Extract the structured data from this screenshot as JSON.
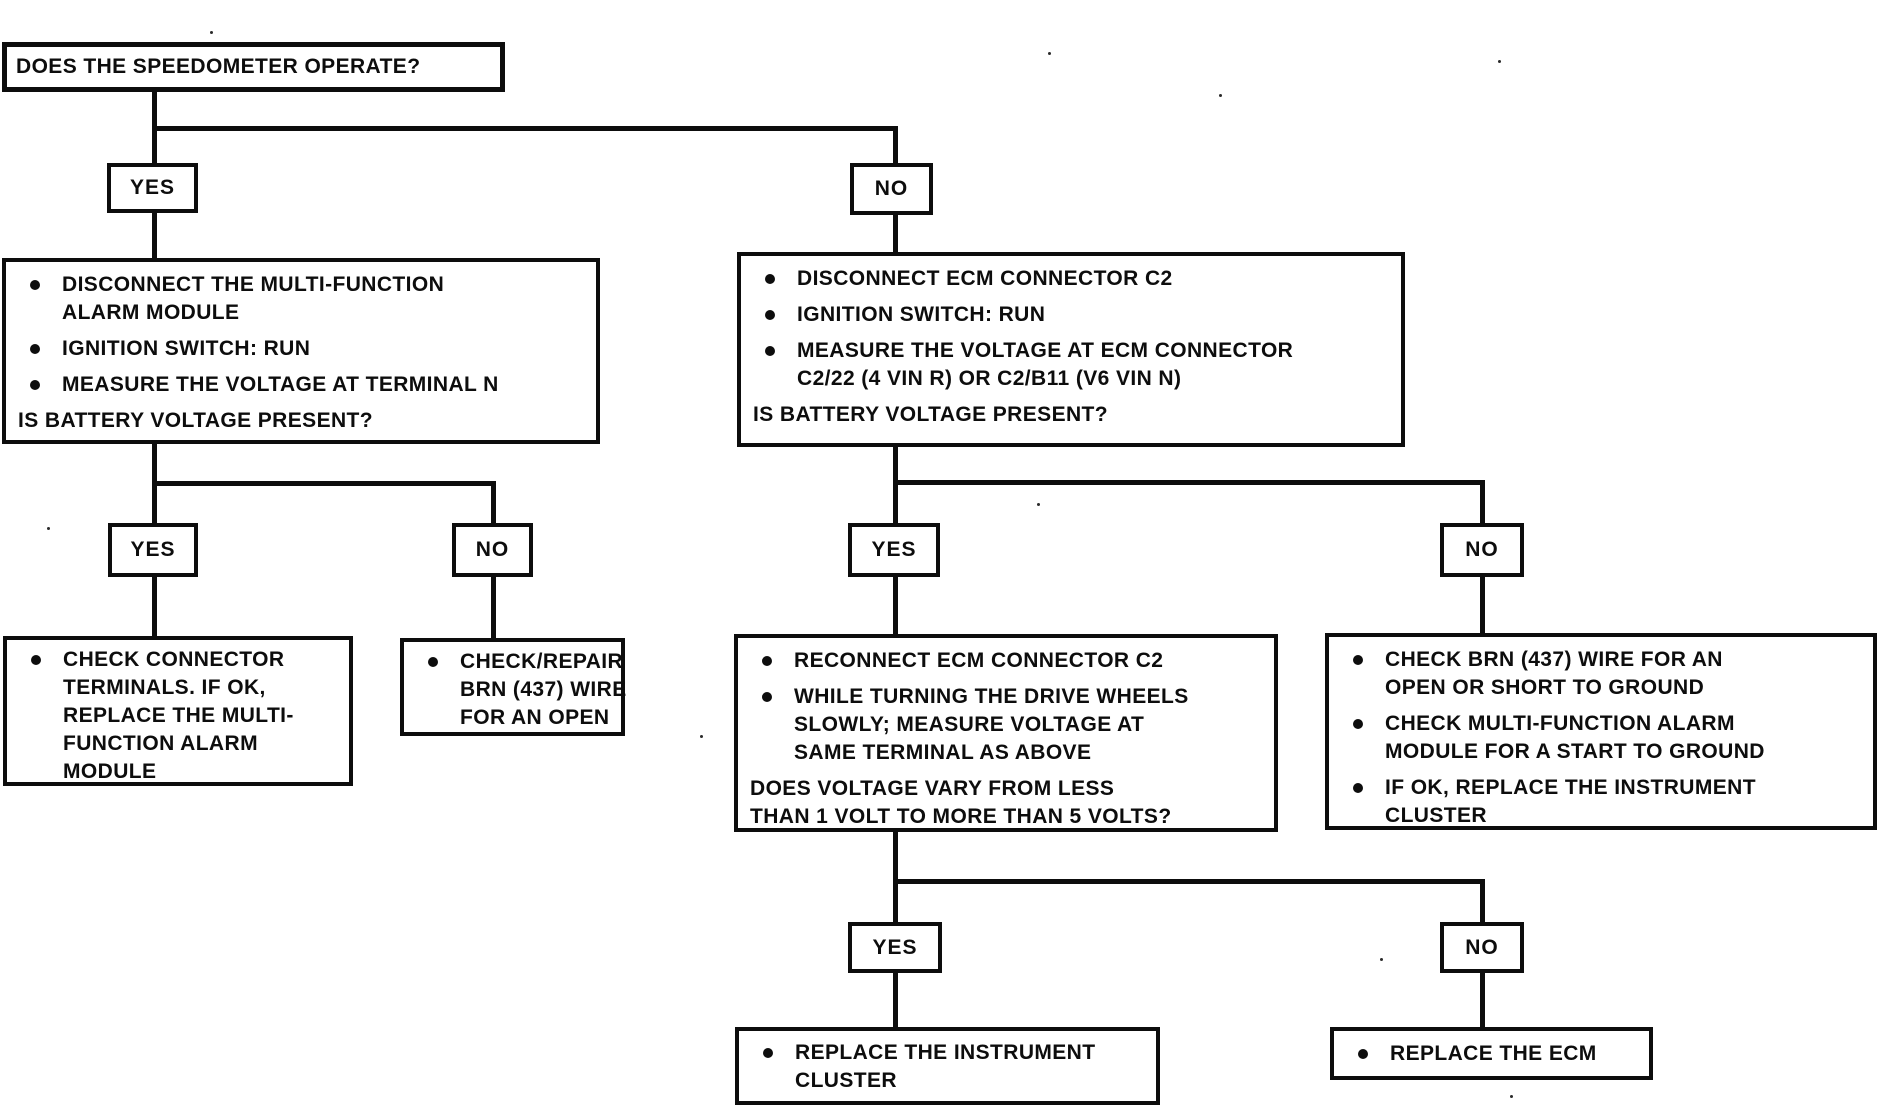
{
  "connector_labels": {
    "yes": "YES",
    "no": "NO"
  },
  "nodes": {
    "root": {
      "question": "DOES THE SPEEDOMETER OPERATE?"
    },
    "left_check": {
      "bullets": [
        "DISCONNECT THE MULTI-FUNCTION\nALARM MODULE",
        "IGNITION SWITCH: RUN",
        "MEASURE THE VOLTAGE AT TERMINAL N"
      ],
      "question": "IS BATTERY VOLTAGE PRESENT?"
    },
    "right_check": {
      "bullets": [
        "DISCONNECT ECM CONNECTOR C2",
        "IGNITION SWITCH: RUN",
        "MEASURE THE VOLTAGE AT ECM CONNECTOR\nC2/22 (4 VIN R) OR C2/B11 (V6 VIN N)"
      ],
      "question": "IS BATTERY VOLTAGE PRESENT?"
    },
    "left_yes_action": {
      "bullets": [
        "CHECK CONNECTOR\nTERMINALS. IF OK,\nREPLACE THE MULTI-\nFUNCTION ALARM\nMODULE"
      ]
    },
    "left_no_action": {
      "bullets": [
        "CHECK/REPAIR\nBRN (437) WIRE\nFOR AN OPEN"
      ]
    },
    "right_yes_action": {
      "bullets": [
        "RECONNECT ECM CONNECTOR C2",
        "WHILE TURNING THE DRIVE WHEELS\nSLOWLY; MEASURE VOLTAGE AT\nSAME TERMINAL AS ABOVE"
      ],
      "question": "DOES VOLTAGE VARY FROM LESS\nTHAN 1 VOLT TO MORE THAN 5 VOLTS?"
    },
    "right_no_action": {
      "bullets": [
        "CHECK BRN (437) WIRE FOR AN\nOPEN OR SHORT TO GROUND",
        "CHECK MULTI-FUNCTION ALARM\nMODULE FOR A START TO GROUND",
        "IF OK, REPLACE THE INSTRUMENT\nCLUSTER"
      ]
    },
    "final_yes_action": {
      "bullets": [
        "REPLACE THE INSTRUMENT\nCLUSTER"
      ]
    },
    "final_no_action": {
      "bullets": [
        "REPLACE THE ECM"
      ]
    }
  },
  "colors": {
    "ink": "#0d0d0d",
    "paper": "#ffffff"
  }
}
